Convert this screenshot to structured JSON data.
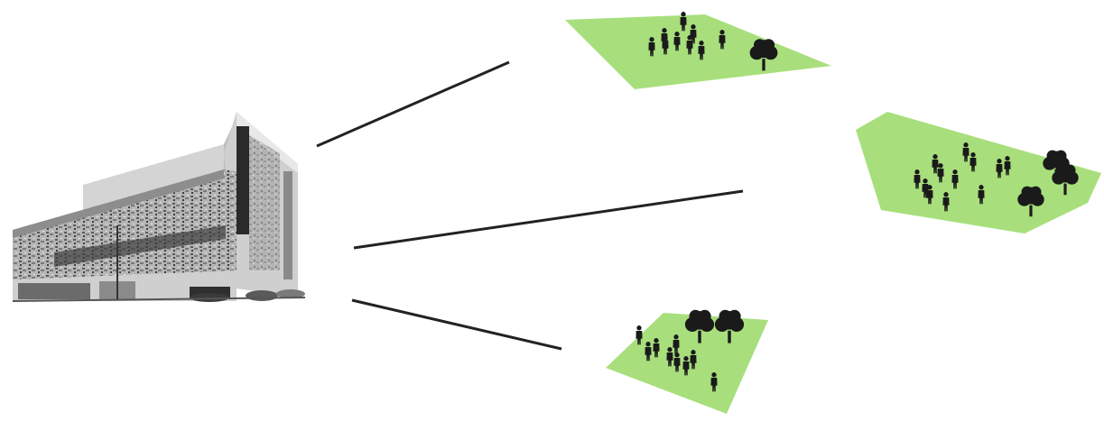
{
  "colors": {
    "background": "#ffffff",
    "lawn": "#a8df7c",
    "silhouette": "#1a1a1a",
    "connector": "#222222",
    "building_light": "#d9d9d9",
    "building_mid": "#a9a9a9",
    "building_dark": "#4a4a4a"
  },
  "icons": {
    "building": "building-photo",
    "person": "person-silhouette",
    "tree": "tree-silhouette"
  },
  "diagram": {
    "nodes": [
      {
        "name": "building",
        "kind": "building"
      },
      {
        "name": "park-top",
        "kind": "lawn",
        "people": 9,
        "trees": 1
      },
      {
        "name": "park-right",
        "kind": "lawn",
        "people": 12,
        "trees": 3
      },
      {
        "name": "park-bottom",
        "kind": "lawn",
        "people": 9,
        "trees": 2
      }
    ],
    "edges": [
      {
        "from": "building",
        "to": "park-top"
      },
      {
        "from": "building",
        "to": "park-right"
      },
      {
        "from": "building",
        "to": "park-bottom"
      }
    ]
  }
}
